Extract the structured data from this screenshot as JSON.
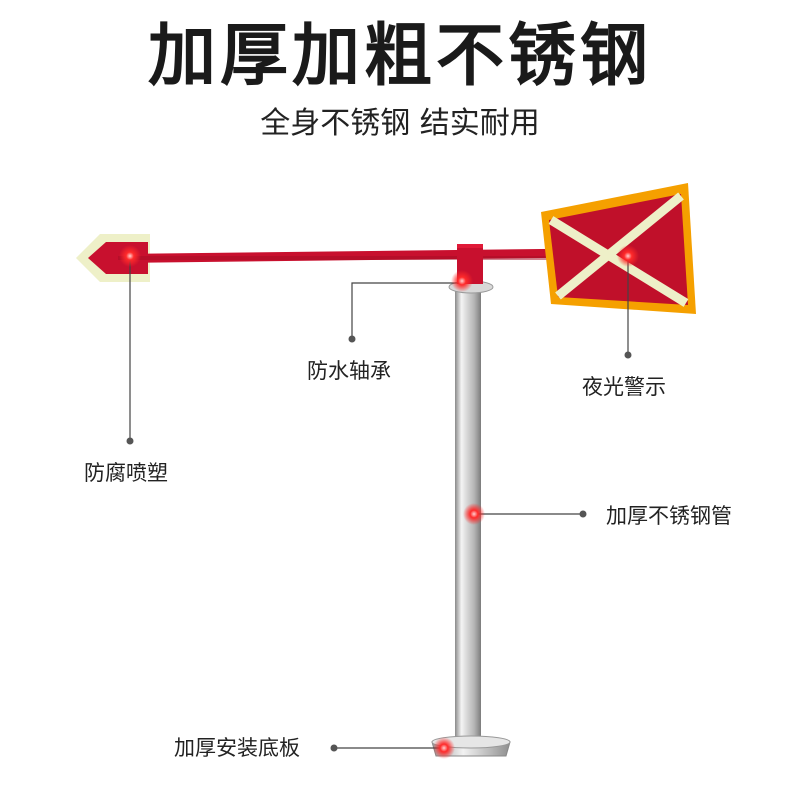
{
  "header": {
    "title": "加厚加粗不锈钢",
    "subtitle": "全身不锈钢 结实耐用"
  },
  "callouts": {
    "bearing": "防水轴承",
    "reflective": "夜光警示",
    "coating": "防腐喷塑",
    "pipe": "加厚不锈钢管",
    "base": "加厚安装底板"
  },
  "colors": {
    "red": "#c8102e",
    "orange_border": "#f5a000",
    "reflective_stripe": "#eef0c8",
    "steel": "#c8c8c8",
    "marker": "#ff2a2a"
  }
}
